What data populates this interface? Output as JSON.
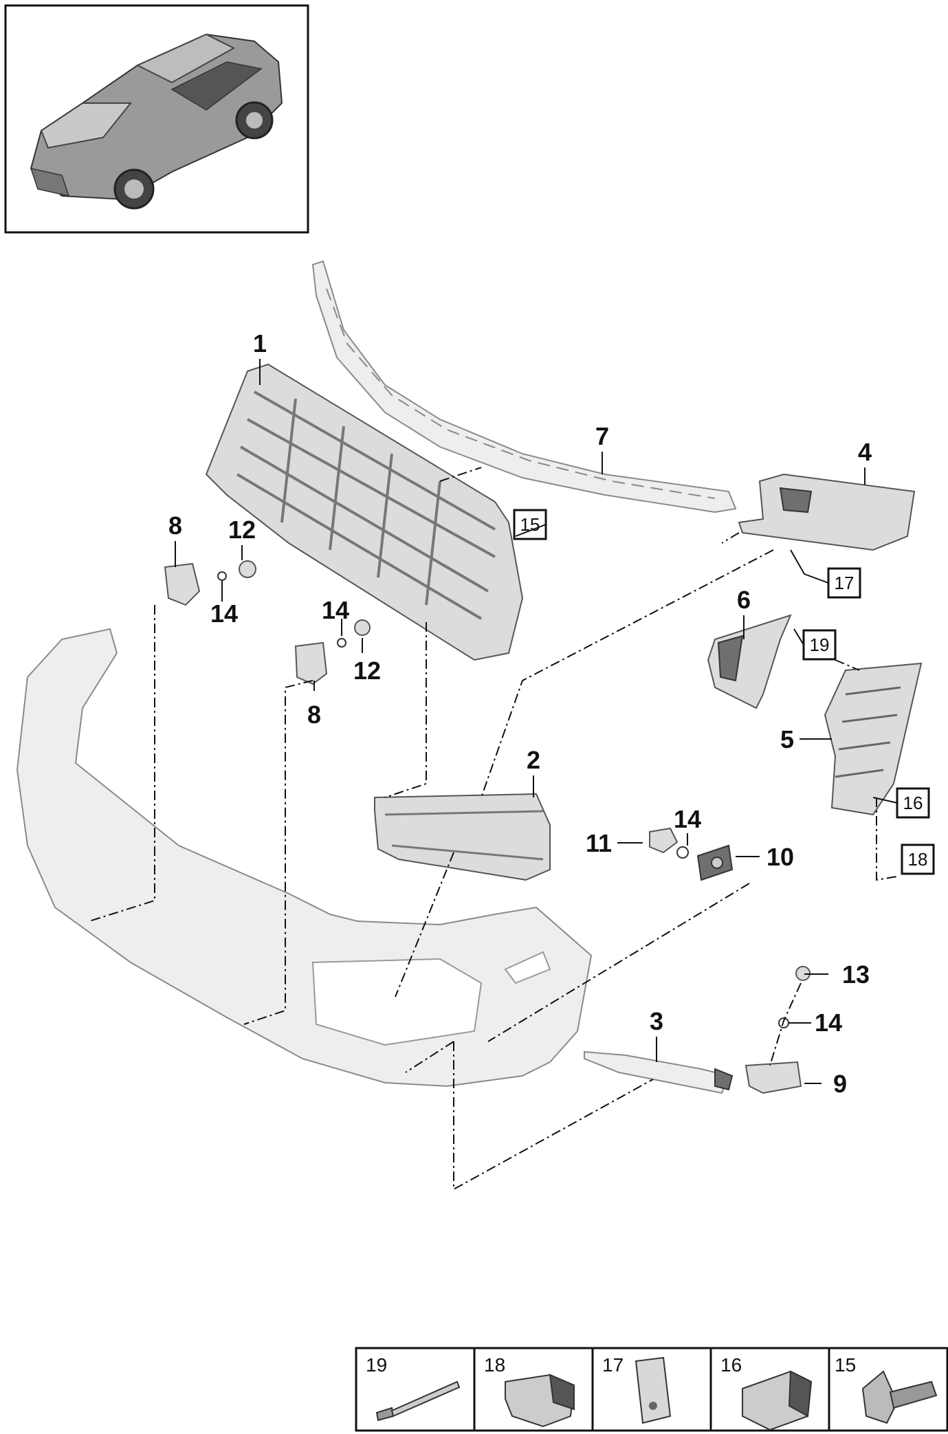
{
  "callouts": {
    "c1": "1",
    "c2": "2",
    "c3": "3",
    "c4": "4",
    "c5": "5",
    "c6": "6",
    "c7": "7",
    "c8a": "8",
    "c8b": "8",
    "c9": "9",
    "c10": "10",
    "c11": "11",
    "c12a": "12",
    "c12b": "12",
    "c13": "13",
    "c14a": "14",
    "c14b": "14",
    "c14c": "14",
    "c14d": "14"
  },
  "boxed_refs": {
    "b15": "15",
    "b16": "16",
    "b17": "17",
    "b18": "18",
    "b19": "19"
  },
  "legend": {
    "cells": [
      {
        "number": "19",
        "icon": "rivet-icon"
      },
      {
        "number": "18",
        "icon": "clip-icon"
      },
      {
        "number": "17",
        "icon": "nut-clip-icon"
      },
      {
        "number": "16",
        "icon": "bracket-clip-icon"
      },
      {
        "number": "15",
        "icon": "screw-icon"
      }
    ]
  }
}
